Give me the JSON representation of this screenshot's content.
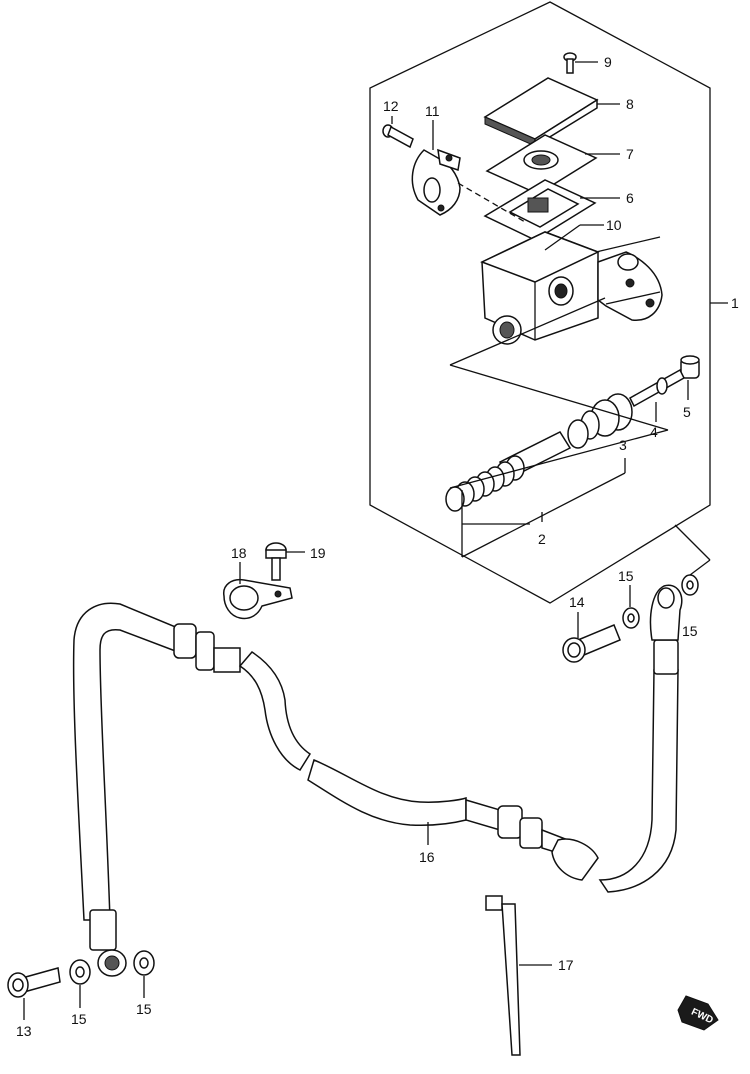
{
  "callouts": [
    "1",
    "2",
    "3",
    "4",
    "5",
    "6",
    "7",
    "8",
    "9",
    "10",
    "11",
    "12",
    "13",
    "14",
    "15",
    "15",
    "15",
    "15",
    "16",
    "17",
    "18",
    "19"
  ],
  "badge": "FWD"
}
